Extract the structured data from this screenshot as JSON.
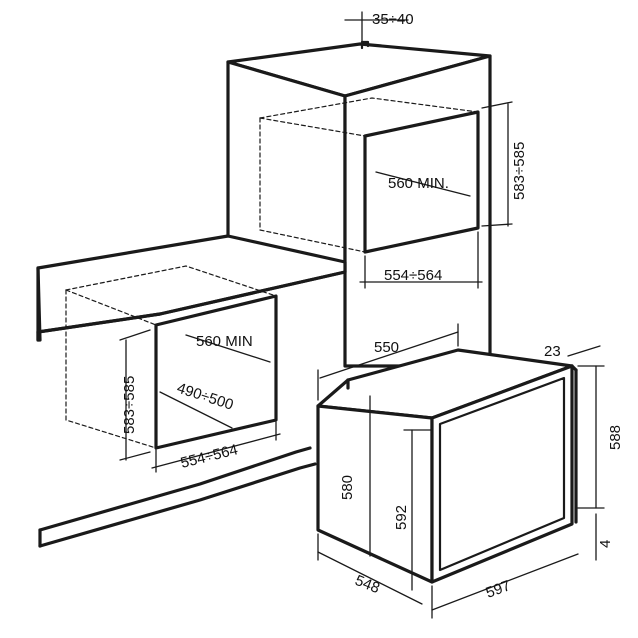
{
  "labels": {
    "top_depth": "35÷40",
    "wall_height": "583÷585",
    "wall_depth": "560 MIN.",
    "wall_width": "554÷564",
    "under_height": "583÷585",
    "under_depth": "560 MIN",
    "under_inner": "490÷500",
    "under_width": "554÷564",
    "oven_depth": "550",
    "door_thick": "23",
    "oven_total_h": "588",
    "oven_body_h": "580",
    "oven_front_h": "592",
    "oven_side_d": "548",
    "oven_width": "597",
    "oven_gap": "4"
  }
}
